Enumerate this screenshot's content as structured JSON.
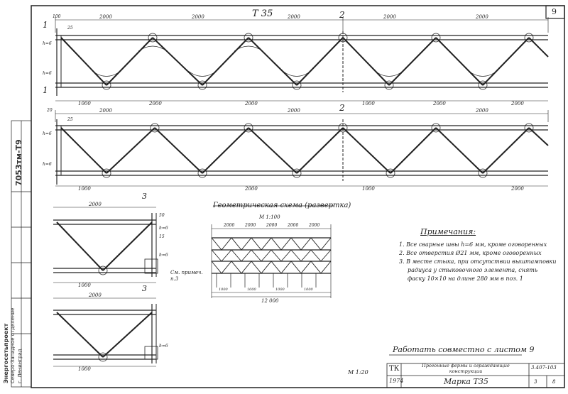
{
  "title": "Т 35",
  "sheet_no": "9",
  "section_marks": [
    "1",
    "2",
    "3"
  ],
  "dim_labels": [
    "2000",
    "1000",
    "100",
    "20",
    "h=6",
    "25",
    "15",
    "50"
  ],
  "geometry_title": "Геометрическая схема (развертка)",
  "scale_schema": "М 1:100",
  "schema_total": "12 000",
  "notes_title": "Примечания:",
  "notes": [
    "1. Все сварные швы h=6 мм, кроме оговоренных",
    "2. Все отверстия Ø21 мм, кроме оговоренных",
    "3. В месте стыка, при отсутствии выштамповки",
    "радиуса у стыковочного элемента, снять",
    "фаску 10×10 на длине 280 мм в поз. 1"
  ],
  "joint_note": "См. примеч. п.3",
  "work_note": "Работать совместно с листом 9",
  "scale_main": "М 1:20",
  "stamp": {
    "mark": "ТК",
    "year": "1974",
    "purpose": "Прогонные фермы и ограждающие конструкции",
    "name": "Марка Т35",
    "code": "3.407-103",
    "sheet": "3",
    "sheets": "8"
  },
  "org_block": [
    "Энергосетьпроект",
    "Северо-Западное отделение",
    "г. Ленинград"
  ],
  "side_code": "7053тм-Т9",
  "colors": {
    "line": "#222222",
    "bg": "#ffffff"
  }
}
